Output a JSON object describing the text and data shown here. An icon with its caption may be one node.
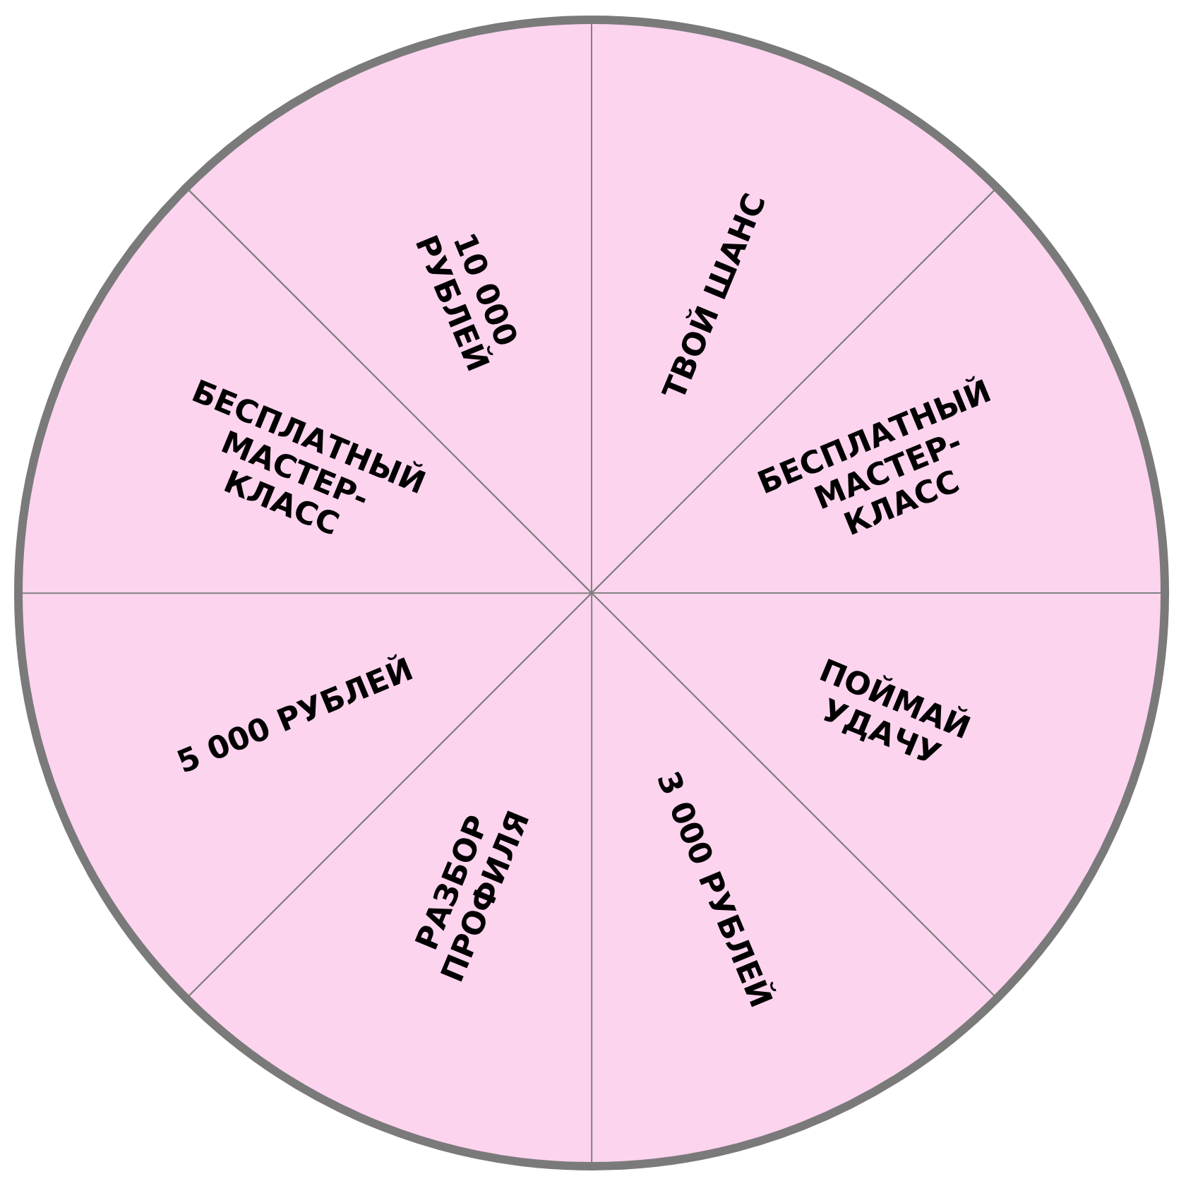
{
  "diagram": {
    "nodes": [
      {
        "text": [
          "10 000 РУБЛЕЙ"
        ]
      },
      {
        "text": [
          "ТВОЙ ШАНС"
        ]
      },
      {
        "text": [
          "БЕСПЛАТНЫЙ МАСТЕР-КЛАСС"
        ]
      },
      {
        "text": [
          "ПОЙМАЙ УДАЧУ"
        ]
      },
      {
        "text": [
          "3 000 РУБЛЕЙ"
        ]
      },
      {
        "text": [
          "РАЗБОР ПРОФИЛЯ"
        ]
      },
      {
        "text": [
          "5 000 РУБЛЕЙ"
        ]
      },
      {
        "text": [
          "БЕСПЛАТНЫЙ МАСТЕР-КЛАСС"
        ]
      }
    ],
    "edges": []
  }
}
